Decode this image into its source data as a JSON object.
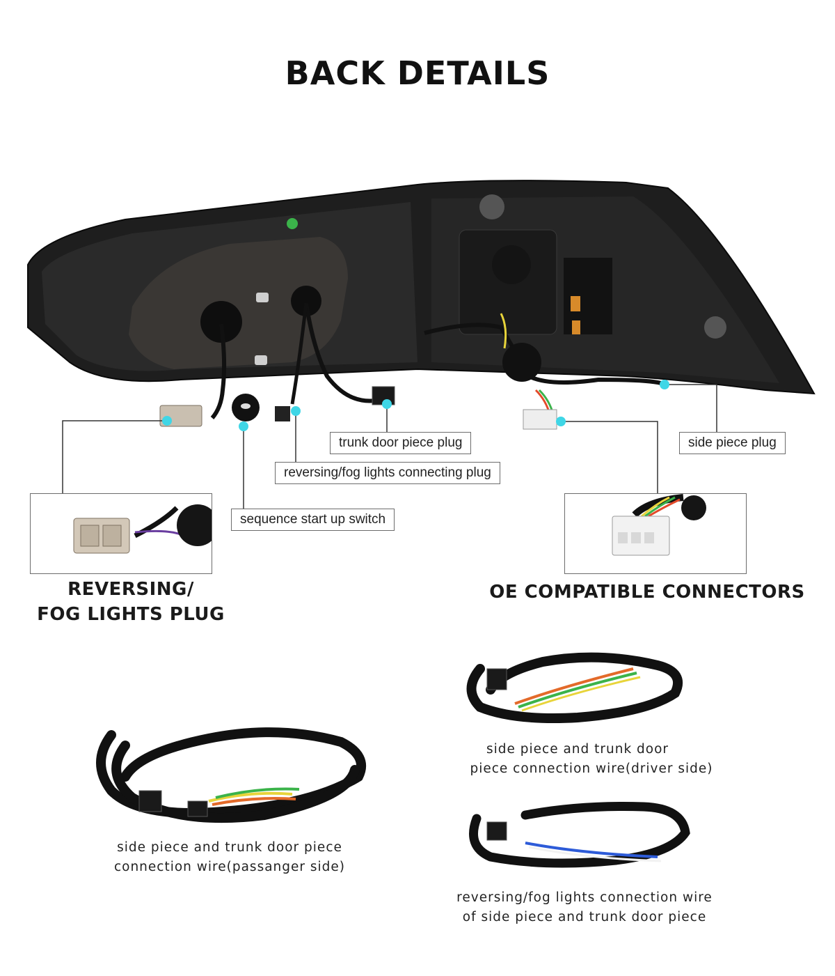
{
  "title": "BACK DETAILS",
  "callouts": {
    "trunk_door_plug": "trunk door piece plug",
    "side_piece_plug": "side piece plug",
    "reversing_fog_plug": "reversing/fog lights connecting plug",
    "sequence_switch": "sequence start up switch"
  },
  "headings": {
    "reversing_fog_line1": "REVERSING/",
    "reversing_fog_line2": "FOG LIGHTS PLUG",
    "oe_connectors": "OE COMPATIBLE CONNECTORS"
  },
  "wires": {
    "passenger_line1": "side piece and trunk door piece",
    "passenger_line2": "connection wire(passanger side)",
    "driver_line1": "side piece and trunk door",
    "driver_line2": "piece connection wire(driver side)",
    "fog_line1": "reversing/fog lights connection wire",
    "fog_line2": "of side piece and trunk door piece"
  },
  "colors": {
    "accent_dot": "#3fd6e6",
    "leader_line": "#333333"
  }
}
